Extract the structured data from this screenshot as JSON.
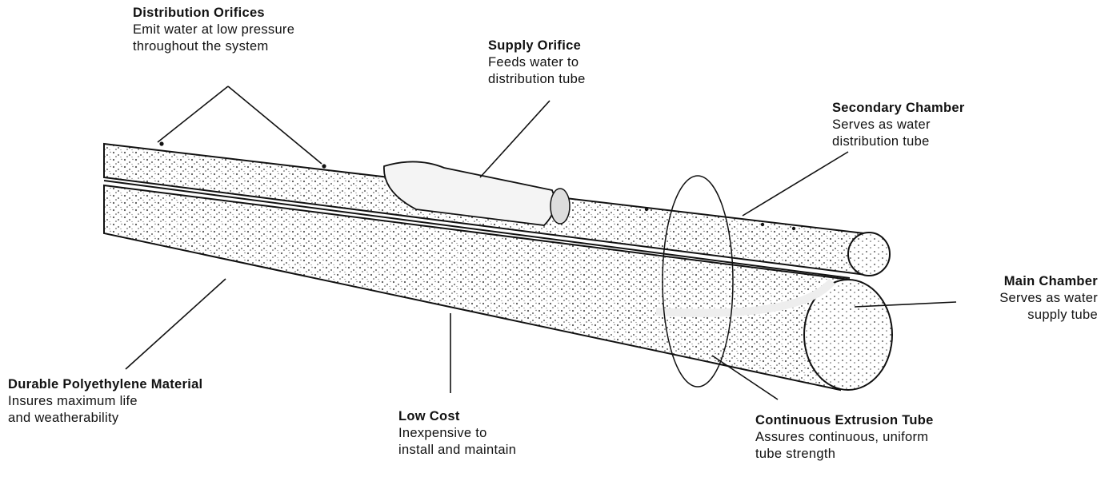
{
  "labels": {
    "distribution_orifices": {
      "title": "Distribution Orifices",
      "lines": [
        "Emit water at low pressure",
        "throughout the system"
      ]
    },
    "supply_orifice": {
      "title": "Supply Orifice",
      "lines": [
        "Feeds water to",
        "distribution tube"
      ]
    },
    "secondary_chamber": {
      "title": "Secondary Chamber",
      "lines": [
        "Serves as water",
        "distribution tube"
      ]
    },
    "main_chamber": {
      "title": "Main Chamber",
      "lines": [
        "Serves as water",
        "supply tube"
      ]
    },
    "durable_material": {
      "title": "Durable Polyethylene Material",
      "lines": [
        "Insures maximum life",
        "and weatherability"
      ]
    },
    "low_cost": {
      "title": "Low Cost",
      "lines": [
        "Inexpensive to",
        "install and maintain"
      ]
    },
    "continuous_extrusion": {
      "title": "Continuous Extrusion Tube",
      "lines": [
        "Assures continuous, uniform",
        "tube strength"
      ]
    }
  }
}
